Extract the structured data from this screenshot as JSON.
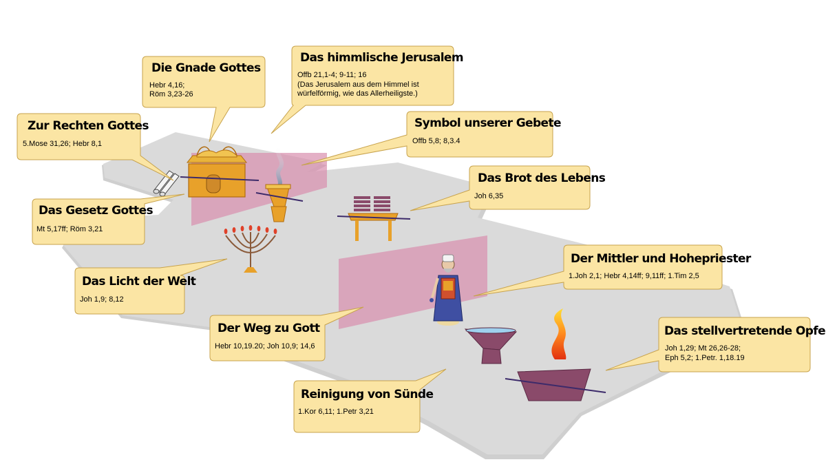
{
  "colors": {
    "floor": "#d9d9d9",
    "floor_edge": "#c4c4c4",
    "curtain": "#d98fae",
    "callout_fill": "#fbe5a4",
    "callout_stroke": "#c7a24c",
    "gold": "#e8a12a",
    "bronze": "#8a4a6a",
    "rod": "#3c2a6a"
  },
  "callouts": [
    {
      "id": "gnade",
      "title": "Die Gnade Gottes",
      "refs": [
        "Hebr 4,16;",
        "Röm 3,23-26"
      ]
    },
    {
      "id": "jerusalem",
      "title": "Das himmlische Jerusalem",
      "refs": [
        "Offb 21,1-4; 9-11; 16",
        " (Das Jerusalem aus dem Himmel ist",
        "würfelförmig, wie das Allerheiligste.)"
      ]
    },
    {
      "id": "rechten",
      "title": "Zur Rechten Gottes",
      "refs": [
        "5.Mose 31,26; Hebr 8,1"
      ]
    },
    {
      "id": "gebete",
      "title": "Symbol unserer Gebete",
      "refs": [
        "Offb 5,8; 8,3.4"
      ]
    },
    {
      "id": "brot",
      "title": "Das Brot des Lebens",
      "refs": [
        "Joh 6,35"
      ]
    },
    {
      "id": "gesetz",
      "title": "Das Gesetz Gottes",
      "refs": [
        "Mt 5,17ff; Röm 3,21"
      ]
    },
    {
      "id": "mittler",
      "title": "Der Mittler und Hohepriester",
      "refs": [
        "1.Joh 2,1; Hebr 4,14ff; 9,11ff; 1.Tim 2,5"
      ]
    },
    {
      "id": "licht",
      "title": "Das Licht der Welt",
      "refs": [
        "Joh 1,9; 8,12"
      ]
    },
    {
      "id": "weg",
      "title": "Der Weg zu Gott",
      "refs": [
        "Hebr 10,19.20; Joh 10,9; 14,6"
      ]
    },
    {
      "id": "opfer",
      "title": "Das stellvertretende Opfer",
      "refs": [
        "Joh 1,29; Mt 26,26-28;",
        "Eph 5,2; 1.Petr. 1,18.19"
      ]
    },
    {
      "id": "reinigung",
      "title": "Reinigung von Sünde",
      "refs": [
        "1.Kor 6,11; 1.Petr 3,21"
      ]
    }
  ]
}
